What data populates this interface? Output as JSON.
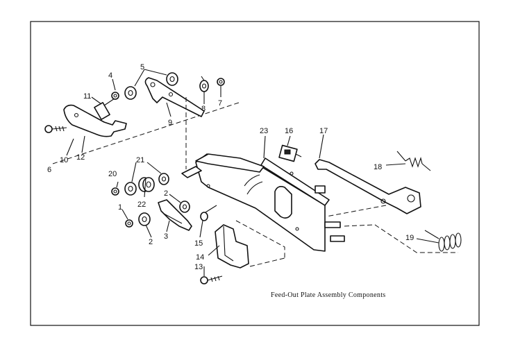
{
  "caption": "Feed-Out Plate Assembly Components",
  "callouts": {
    "c1": "1",
    "c2a": "2",
    "c2b": "2",
    "c3": "3",
    "c4": "4",
    "c5": "5",
    "c6": "6",
    "c7": "7",
    "c8": "8",
    "c9": "9",
    "c10": "10",
    "c11": "11",
    "c12": "12",
    "c13": "13",
    "c14": "14",
    "c15": "15",
    "c16": "16",
    "c17": "17",
    "c18": "18",
    "c19": "19",
    "c20": "20",
    "c21": "21",
    "c22": "22",
    "c23": "23"
  },
  "colors": {
    "ink": "#111111",
    "paper": "#ffffff"
  }
}
